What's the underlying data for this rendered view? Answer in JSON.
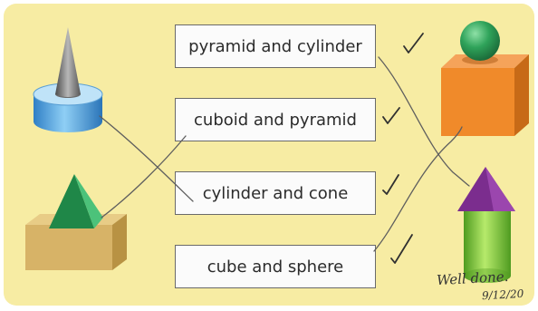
{
  "labels": [
    "pyramid and cylinder",
    "cuboid and pyramid",
    "cylinder and cone",
    "cube and sphere"
  ],
  "handwriting": {
    "note": "Well done.",
    "date": "9/12/20"
  },
  "shapes": {
    "left_top": "cone on cylinder",
    "left_bottom": "pyramid on cuboid",
    "right_top": "sphere on cube",
    "right_bottom": "pyramid on cylinder"
  },
  "colors": {
    "background": "#f7eca3",
    "box_border": "#6a6a6a",
    "cylinder_blue": "#3f8fd0",
    "cone_gray": "#7b7b7b",
    "pyramid_green": "#2fa25d",
    "cuboid_tan": "#d7b367",
    "cube_orange": "#f08a2a",
    "sphere_green": "#2fa35a",
    "cylinder_green": "#7cc23b",
    "pyramid_purple": "#7b2d8e"
  },
  "checkmarks": 4
}
